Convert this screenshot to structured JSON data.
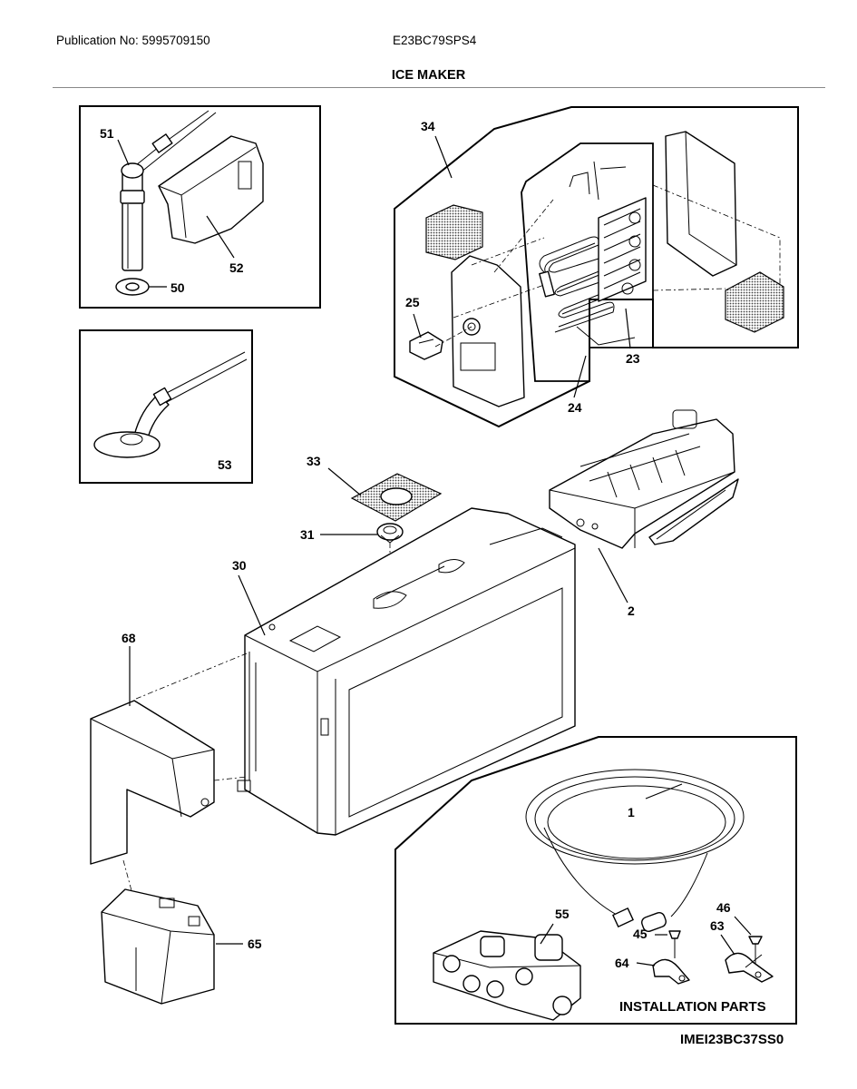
{
  "header": {
    "publication": "Publication No: 5995709150",
    "model": "E23BC79SPS4",
    "title": "ICE MAKER"
  },
  "callouts": {
    "c51": "51",
    "c52": "52",
    "c50": "50",
    "c53": "53",
    "c34": "34",
    "c25": "25",
    "c23": "23",
    "c24": "24",
    "c33": "33",
    "c31": "31",
    "c30": "30",
    "c2": "2",
    "c68": "68",
    "c65": "65",
    "c1": "1",
    "c55": "55",
    "c46": "46",
    "c45": "45",
    "c63": "63",
    "c64": "64"
  },
  "installation_label": "INSTALLATION PARTS",
  "footer_code": "IMEI23BC37SS0"
}
